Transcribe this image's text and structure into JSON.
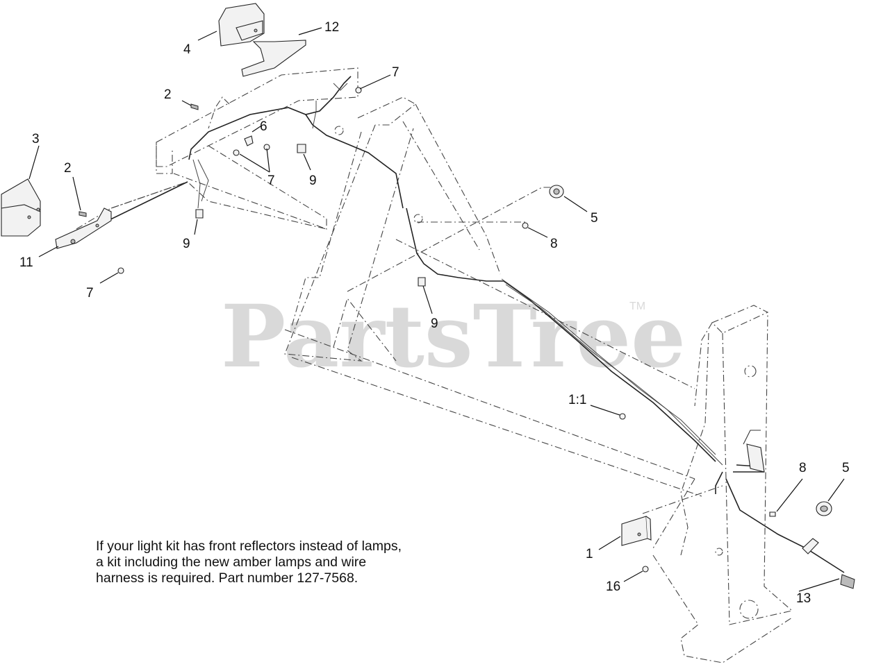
{
  "watermark": {
    "text": "PartsTree",
    "mark": "TM"
  },
  "note": {
    "lines": [
      "If your light kit has front reflectors instead of lamps,",
      "a kit including the new amber lamps and wire",
      "harness is required. Part number 127-7568."
    ]
  },
  "callouts": [
    {
      "id": "c1",
      "label": "1"
    },
    {
      "id": "c2a",
      "label": "2"
    },
    {
      "id": "c2b",
      "label": "2"
    },
    {
      "id": "c3",
      "label": "3"
    },
    {
      "id": "c4",
      "label": "4"
    },
    {
      "id": "c5a",
      "label": "5"
    },
    {
      "id": "c5b",
      "label": "5"
    },
    {
      "id": "c6",
      "label": "6"
    },
    {
      "id": "c7a",
      "label": "7"
    },
    {
      "id": "c7b",
      "label": "7"
    },
    {
      "id": "c7c",
      "label": "7"
    },
    {
      "id": "c8a",
      "label": "8"
    },
    {
      "id": "c8b",
      "label": "8"
    },
    {
      "id": "c9a",
      "label": "9"
    },
    {
      "id": "c9b",
      "label": "9"
    },
    {
      "id": "c9c",
      "label": "9"
    },
    {
      "id": "c11",
      "label": "11"
    },
    {
      "id": "c12",
      "label": "12"
    },
    {
      "id": "c13",
      "label": "13"
    },
    {
      "id": "c16",
      "label": "16"
    },
    {
      "id": "c1_1",
      "label": "1:1"
    }
  ]
}
